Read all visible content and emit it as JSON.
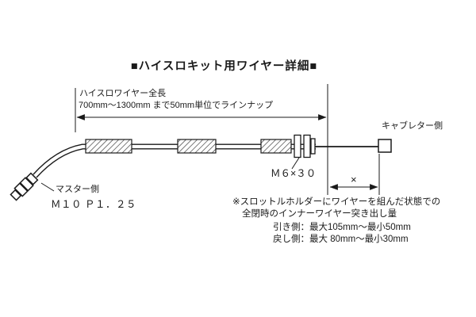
{
  "title": "■ハイスロキット用ワイヤー詳細■",
  "dimension": {
    "line1": "ハイスロワイヤー全長",
    "line2": "700mm～1300mm まで50mm単位でラインナップ"
  },
  "labels": {
    "carburetor_side": "キャブレター側",
    "master_side": "マスター側",
    "master_thread_size": "Ｍ１０ Ｐ１．２５",
    "adjuster_size": "Ｍ６×３０",
    "x_mark": "×"
  },
  "notes": {
    "line1": "※スロットルホルダーにワイヤーを組んだ状態での",
    "line2": "全閉時のインナーワイヤー突き出し量",
    "line3": "引き側：最大105mm～最小50mm",
    "line4": "戻し側：最大 80mm～最小30mm"
  },
  "colors": {
    "ink": "#1a1a1a",
    "background": "#ffffff"
  }
}
